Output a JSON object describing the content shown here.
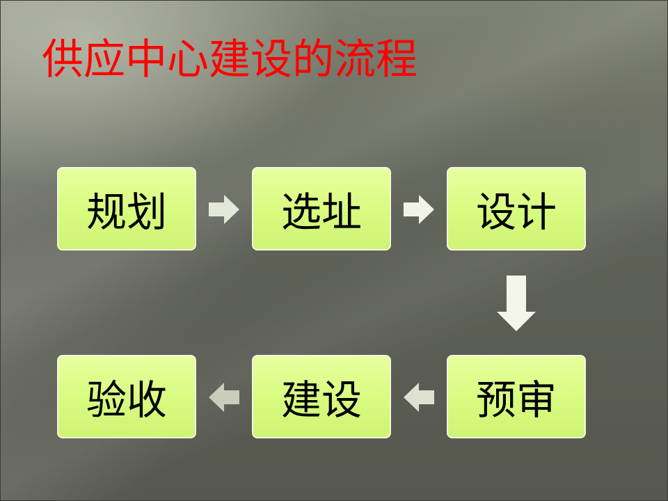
{
  "title": "供应中心建设的流程",
  "steps": [
    {
      "label": "规划"
    },
    {
      "label": "选址"
    },
    {
      "label": "设计"
    },
    {
      "label": "预审"
    },
    {
      "label": "建设"
    },
    {
      "label": "验收"
    }
  ],
  "colors": {
    "title": "#ff0000",
    "box_fill": "#d7fb7f",
    "arrow_solid": "#f3f5ea",
    "arrow_faded": "#dfe3d2"
  }
}
